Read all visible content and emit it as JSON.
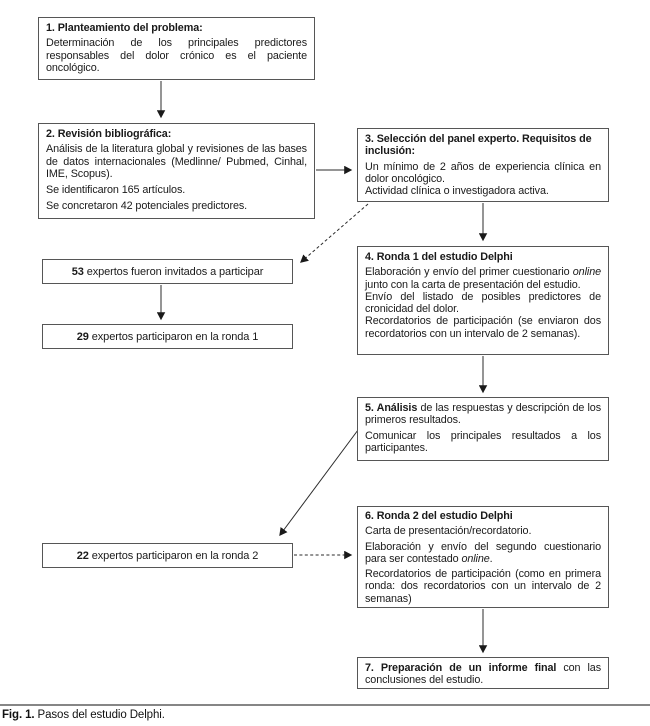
{
  "colors": {
    "ink": "#1a1a1a",
    "box_border": "#565656",
    "rule": "#868686"
  },
  "caption": {
    "label": "Fig. 1.",
    "text": "Pasos del estudio Delphi."
  },
  "flowchart": {
    "step1": {
      "title": "1. Planteamiento del problema:",
      "body": "Determinación de los principales predictores responsables del dolor crónico es el paciente oncológico."
    },
    "step2": {
      "title": "2. Revisión bibliográfica:",
      "p1": "Análisis de la literatura global y revisiones de las bases de datos internacionales (Medlinne/ Pubmed, Cinhal, IME, Scopus).",
      "p2": "Se identificaron 165 artículos.",
      "p3": "Se concretaron 42 potenciales predictores."
    },
    "step3": {
      "title": "3. Selección del panel experto. Requisitos de inclusión:",
      "p1": "Un mínimo de 2 años de experiencia clínica en dolor oncológico.",
      "p2": "Actividad clínica o investigadora activa."
    },
    "invited": {
      "number": "53",
      "label": " expertos fueron invitados a participar"
    },
    "round1": {
      "number": "29",
      "label": " expertos participaron en la ronda 1"
    },
    "step4": {
      "title": "4. Ronda 1 del estudio Delphi",
      "p1_pre": "Elaboración y envío del primer cuestionario ",
      "p1_italic": "online",
      "p1_post": " junto con la carta de presentación del estudio.",
      "p2": "Envío del listado de posibles predictores de cronicidad del dolor.",
      "p3": "Recordatorios de participación (se enviaron dos recordatorios con un intervalo de 2 semanas)."
    },
    "step5": {
      "lead_bold": "5. Análisis",
      "p1_rest": " de las respuestas y descripción de los primeros resultados.",
      "p2": "Comunicar los principales resultados a los participantes."
    },
    "round2": {
      "number": "22",
      "label": " expertos participaron en la ronda 2"
    },
    "step6": {
      "title": "6. Ronda 2 del estudio Delphi",
      "p1": "Carta de presentación/recordatorio.",
      "p2_pre": "Elaboración y envío del segundo cuestionario para ser contestado ",
      "p2_italic": "online",
      "p2_post": ".",
      "p3": "Recordatorios de participación (como en primera ronda: dos recordatorios con un intervalo de 2 semanas)"
    },
    "step7": {
      "lead_bold": "7. Preparación de un informe final",
      "rest": " con las conclusiones del estudio."
    }
  }
}
